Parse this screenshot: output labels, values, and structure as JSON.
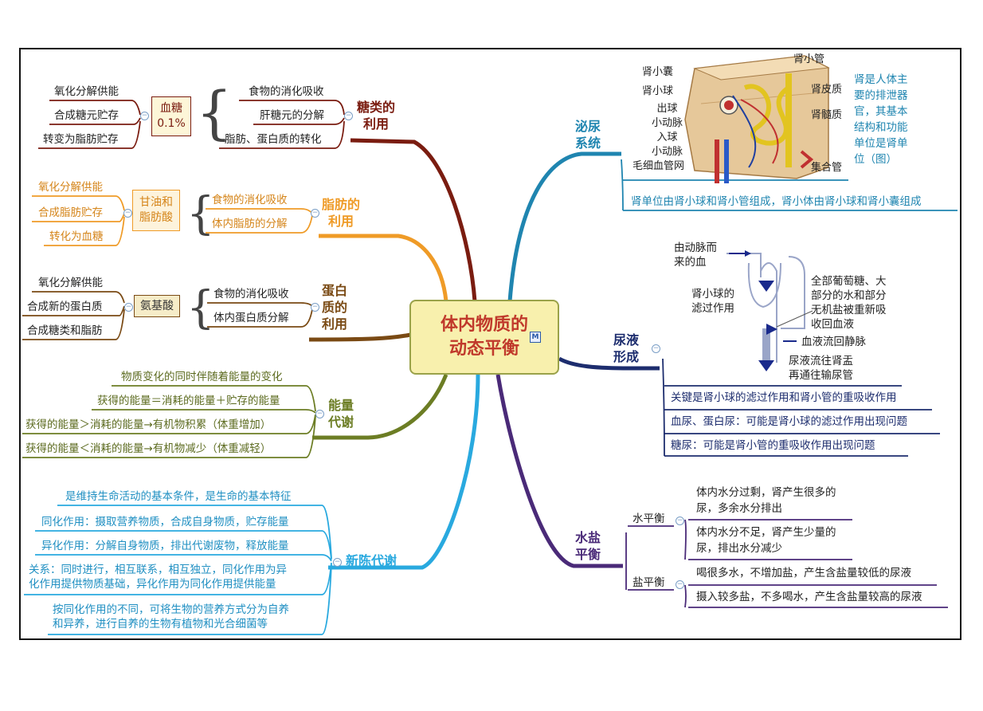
{
  "center": {
    "line1": "体内物质的",
    "line2": "动态平衡",
    "badge": "M"
  },
  "colors": {
    "sugar": "#7a1c10",
    "fat": "#ef9b27",
    "protein": "#7a4a14",
    "energy": "#6c7d24",
    "metabolism": "#29a9df",
    "urinary": "#1f85b0",
    "urine": "#1d2d6e",
    "water": "#4a2a78"
  },
  "sugar": {
    "title": "糖类的\n利用",
    "box": "血糖\n0.1%",
    "left": [
      "氧化分解供能",
      "合成糖元贮存",
      "转变为脂肪贮存"
    ],
    "right": [
      "食物的消化吸收",
      "肝糖元的分解",
      "脂肪、蛋白质的转化"
    ]
  },
  "fat": {
    "title": "脂肪的\n利用",
    "box": "甘油和\n脂肪酸",
    "left": [
      "氧化分解供能",
      "合成脂肪贮存",
      "转化为血糖"
    ],
    "right": [
      "食物的消化吸收",
      "体内脂肪的分解"
    ]
  },
  "protein": {
    "title": "蛋白\n质的\n利用",
    "box": "氨基酸",
    "left": [
      "氧化分解供能",
      "合成新的蛋白质",
      "合成糖类和脂肪"
    ],
    "right": [
      "食物的消化吸收",
      "体内蛋白质分解"
    ]
  },
  "energy": {
    "title": "能量\n代谢",
    "items": [
      "物质变化的同时伴随着能量的变化",
      "获得的能量＝消耗的能量＋贮存的能量",
      "获得的能量＞消耗的能量→有机物积累（体重增加）",
      "获得的能量＜消耗的能量→有机物减少（体重减轻）"
    ]
  },
  "metabolism": {
    "title": "新陈代谢",
    "items": [
      "是维持生命活动的基本条件，是生命的基本特征",
      "同化作用：摄取营养物质，合成自身物质，贮存能量",
      "异化作用：分解自身物质，排出代谢废物，释放能量",
      "关系：同时进行，相互联系，相互独立，同化作用为异\n化作用提供物质基础，异化作用为同化作用提供能量",
      "按同化作用的不同，可将生物的营养方式分为自养\n和异养，进行自养的生物有植物和光合细菌等"
    ]
  },
  "urinary": {
    "title": "泌尿\n系统",
    "diagram_labels": [
      "肾小囊",
      "肾小球",
      "出球\n小动脉",
      "入球\n小动脉",
      "毛细血管网",
      "肾小管",
      "肾皮质",
      "肾髓质",
      "集合管"
    ],
    "desc": "肾是人体主\n要的排泄器\n官，其基本\n结构和功能\n单位是肾单\n位（图）",
    "bottom": "肾单位由肾小球和肾小管组成，肾小体由肾小球和肾小囊组成"
  },
  "urine": {
    "title": "尿液\n形成",
    "diagram_labels": [
      "由动脉而\n来的血",
      "肾小球的\n滤过作用",
      "全部葡萄糖、大\n部分的水和部分\n无机盐被重新吸\n收回血液",
      "血液流回静脉",
      "尿液流往肾盂\n再通往输尿管"
    ],
    "items": [
      "关键是肾小球的滤过作用和肾小管的重吸收作用",
      "血尿、蛋白尿：可能是肾小球的滤过作用出现问题",
      "糖尿：可能是肾小管的重吸收作用出现问题"
    ]
  },
  "water": {
    "title": "水盐\n平衡",
    "sub1": "水平衡",
    "sub1_items": [
      "体内水分过剩，肾产生很多的\n尿，多余水分排出",
      "体内水分不足，肾产生少量的\n尿，排出水分减少"
    ],
    "sub2": "盐平衡",
    "sub2_items": [
      "喝很多水，不增加盐，产生含盐量较低的尿液",
      "摄入较多盐，不多喝水，产生含盐量较高的尿液"
    ]
  }
}
